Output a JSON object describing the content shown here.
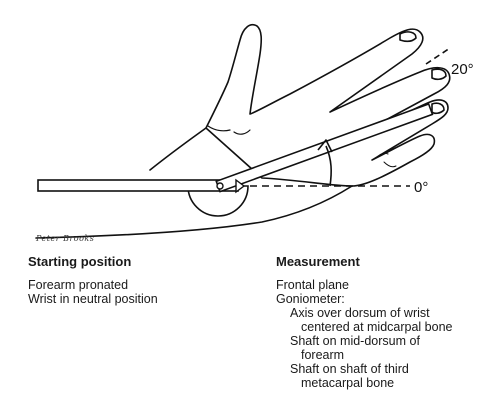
{
  "figure": {
    "angle_end": "20°",
    "angle_start": "0°",
    "signature": "Peter Brooks"
  },
  "starting_position": {
    "heading": "Starting position",
    "lines": [
      "Forearm pronated",
      "Wrist in neutral position"
    ]
  },
  "measurement": {
    "heading": "Measurement",
    "plane": "Frontal plane",
    "goniometer_label": "Goniometer:",
    "items": [
      {
        "first": "Axis over dorsum of wrist",
        "cont": "centered at midcarpal bone"
      },
      {
        "first": "Shaft on mid-dorsum of",
        "cont": "forearm"
      },
      {
        "first": "Shaft on shaft of third",
        "cont": "metacarpal bone"
      }
    ]
  }
}
